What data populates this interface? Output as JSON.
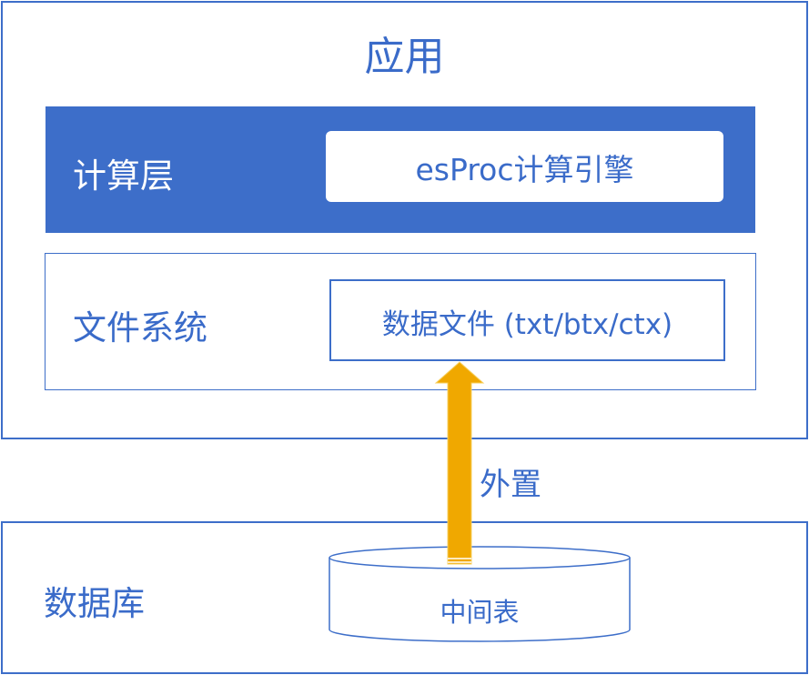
{
  "app": {
    "title": "应用"
  },
  "compute_layer": {
    "label": "计算层",
    "engine": "esProc计算引擎"
  },
  "file_system": {
    "label": "文件系统",
    "data_file": "数据文件 (txt/btx/ctx)"
  },
  "database": {
    "label": "数据库",
    "table": "中间表"
  },
  "arrow": {
    "label": "外置"
  },
  "colors": {
    "primary": "#3d6ec9",
    "arrow": "#f0a800",
    "cylinder_border": "#3d6ec9"
  }
}
